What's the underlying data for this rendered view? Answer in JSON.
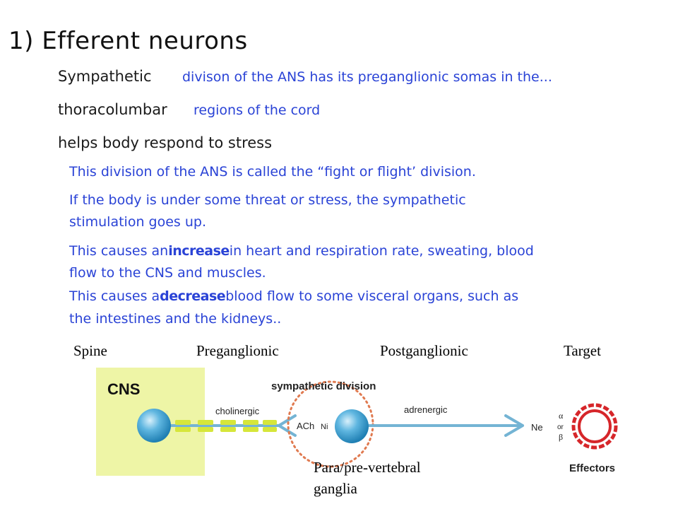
{
  "heading": "1) Efferent neurons",
  "lines": {
    "sympathetic_word": "Sympathetic",
    "sympathetic_rest": "divison of the ANS has its preganglionic somas in the...",
    "thoracolumbar_word": "thoracolumbar",
    "thoracolumbar_rest": "regions of the cord",
    "stress_line": "helps body respond to stress"
  },
  "bullets": {
    "fight_flight": "This division of the ANS is called the “fight or flight’ division.",
    "threat_1": "If the body is under some threat or stress, the sympathetic",
    "threat_2": "stimulation goes up.",
    "increase_pre": "This causes an",
    "increase_word": "increase",
    "increase_post": "in heart and respiration rate, sweating, blood",
    "increase_2": "flow to the CNS and muscles.",
    "decrease_pre": "This causes a",
    "decrease_word": "decrease",
    "decrease_post": "blood flow to some visceral organs, such as",
    "decrease_2": "the intestines and the kidneys.."
  },
  "labels": {
    "spine": "Spine",
    "preganglionic": "Preganglionic",
    "postganglionic": "Postganglionic",
    "target": "Target",
    "ganglia_1": "Para/pre-vertebral",
    "ganglia_2": "ganglia"
  },
  "diagram": {
    "cns": "CNS",
    "division": "sympathetic division",
    "cholinergic": "cholinergic",
    "ach": "ACh",
    "ni": "Ni",
    "adrenergic": "adrenergic",
    "ne": "Ne",
    "alpha": "α",
    "or": "or",
    "beta": "β",
    "effectors": "Effectors"
  },
  "colors": {
    "blue_text": "#2a43d6",
    "cns_box": "#eef5a6",
    "axon": "#74b4d4",
    "myelin": "#d6e63a",
    "ganglion_ring": "#e07a50",
    "effector": "#d6262a"
  }
}
